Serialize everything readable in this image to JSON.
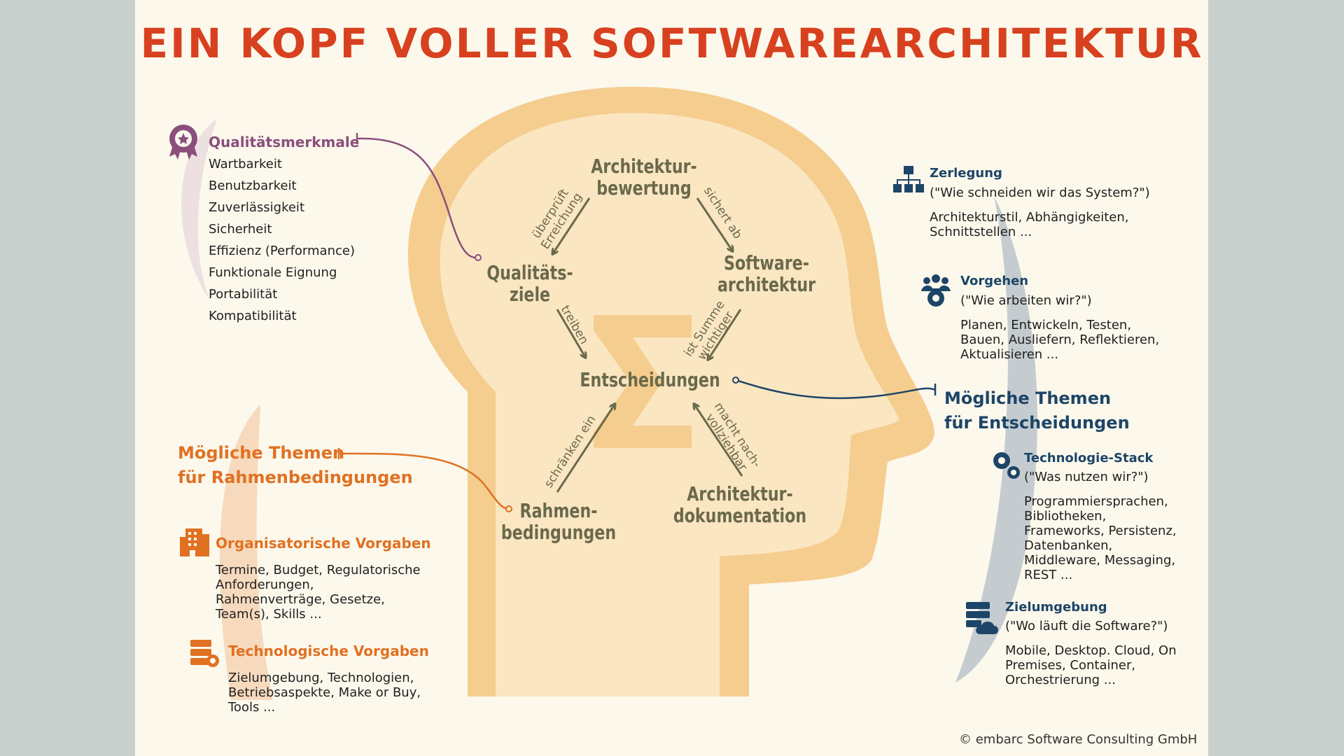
{
  "title": "EIN KOPF VOLLER SOFTWAREARCHITEKTUR",
  "colors": {
    "title": "#d8411f",
    "purple": "#8a4f7c",
    "orange": "#e07122",
    "navy": "#1d4568",
    "olive": "#6a6a4c",
    "head_outer": "#f5cd8e",
    "head_inner": "#fbe6c2",
    "copyright": "#333333"
  },
  "quality": {
    "heading": "Qualitätsmerkmale",
    "items": [
      "Wartbarkeit",
      "Benutzbarkeit",
      "Zuverlässigkeit",
      "Sicherheit",
      "Effizienz (Performance)",
      "Funktionale Eignung",
      "Portabilität",
      "Kompatibilität"
    ],
    "icon": "award-ribbon-icon"
  },
  "diagram": {
    "bewertung": "Architektur-\nbewertung",
    "ziele": "Qualitäts-\nziele",
    "architektur": "Software-\narchitektur",
    "entscheidungen": "Entscheidungen",
    "rahmen": "Rahmen-\nbedingungen",
    "dokumentation": "Architektur-\ndokumentation",
    "rel_ueberprueft": "überprüft\nErreichung",
    "rel_sichert": "sichert ab",
    "rel_treiben": "treiben",
    "rel_summe": "ist Summe\nwichtiger",
    "rel_schraenken": "schränken ein",
    "rel_macht": "macht nach-\nvollziehbar",
    "sigma_icon": "sigma-icon"
  },
  "constraints": {
    "heading": "Mögliche Themen\nfür Rahmenbedingungen",
    "groups": [
      {
        "heading": "Organisatorische Vorgaben",
        "text": "Termine, Budget, Regulatorische Anforderungen, Rahmenverträge, Gesetze, Team(s), Skills ...",
        "icon": "office-building-icon"
      },
      {
        "heading": "Technologische Vorgaben",
        "text": "Zielumgebung, Technologien, Betriebsaspekte, Make or Buy, Tools ...",
        "icon": "server-gear-icon"
      }
    ]
  },
  "decisions": {
    "heading": "Mögliche Themen\nfür Entscheidungen",
    "groups": [
      {
        "heading": "Zerlegung",
        "question": "(\"Wie schneiden wir das System?\")",
        "text": "Architekturstil, Abhängigkeiten, Schnittstellen ...",
        "icon": "hierarchy-icon"
      },
      {
        "heading": "Vorgehen",
        "question": "(\"Wie arbeiten wir?\")",
        "text": "Planen, Entwickeln, Testen, Bauen, Ausliefern, Reflektieren, Aktualisieren ...",
        "icon": "team-gear-icon"
      },
      {
        "heading": "Technologie-Stack",
        "question": "(\"Was nutzen wir?\")",
        "text": "Programmiersprachen, Bibliotheken, Frameworks, Persistenz, Datenbanken, Middleware, Messaging, REST ...",
        "icon": "gears-icon"
      },
      {
        "heading": "Zielumgebung",
        "question": "(\"Wo läuft die Software?\")",
        "text": "Mobile, Desktop. Cloud, On Premises, Container, Orchestrierung ...",
        "icon": "server-cloud-icon"
      }
    ]
  },
  "copyright": "© embarc Software Consulting GmbH"
}
